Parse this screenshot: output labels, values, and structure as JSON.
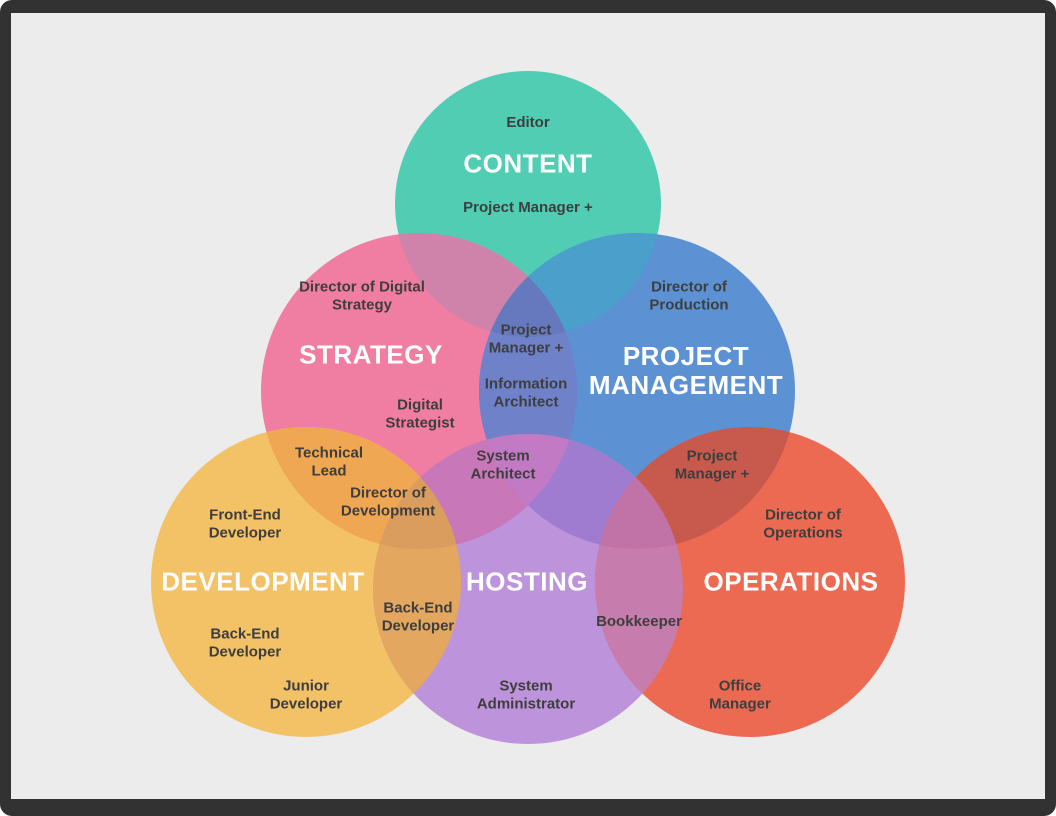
{
  "colors": {
    "frame": "#323232",
    "background": "#ECECEC",
    "text_dark": "#3E3E3E",
    "text_light": "#FFFFFF",
    "content": "#50CDB2",
    "strategy": "#F07EA2",
    "project_management": "#5C92D3",
    "development": "#F4C266",
    "hosting": "#BD93DB",
    "operations": "#ED6A52",
    "content_strategy": "#D083AA",
    "content_pm": "#4BA0CB",
    "strategy_pm": "#6F81C8",
    "content_strategy_pm": "#6679BE",
    "strategy_development": "#F0A753",
    "strategy_hosting": "#C878B9",
    "pm_hosting": "#9F7CCF",
    "pm_operations": "#C85A4D",
    "development_hosting": "#E3A75F",
    "hosting_operations": "#C77CAE",
    "strategy_pm_hosting": "#C27AC4",
    "strategy_development_hosting": "#DB9D5D",
    "pm_hosting_operations": "#C172A7"
  },
  "diagram": {
    "type": "venn",
    "sets": [
      {
        "name": "CONTENT",
        "color": "#50CDB2",
        "exclusive_roles": [
          "Editor",
          "Project Manager +"
        ]
      },
      {
        "name": "STRATEGY",
        "color": "#F07EA2",
        "exclusive_roles": [
          "Director of Digital Strategy",
          "Digital Strategist"
        ]
      },
      {
        "name": "PROJECT MANAGEMENT",
        "color": "#5C92D3",
        "exclusive_roles": [
          "Director of Production"
        ]
      },
      {
        "name": "DEVELOPMENT",
        "color": "#F4C266",
        "exclusive_roles": [
          "Front-End Developer",
          "Back-End Developer",
          "Junior Developer"
        ]
      },
      {
        "name": "HOSTING",
        "color": "#BD93DB",
        "exclusive_roles": [
          "System Administrator"
        ]
      },
      {
        "name": "OPERATIONS",
        "color": "#ED6A52",
        "exclusive_roles": [
          "Director of Operations",
          "Office Manager"
        ]
      }
    ],
    "overlaps": [
      {
        "sets": [
          "STRATEGY",
          "PROJECT MANAGEMENT"
        ],
        "roles": [
          "Project Manager +",
          "Information Architect"
        ]
      },
      {
        "sets": [
          "STRATEGY",
          "DEVELOPMENT"
        ],
        "roles": [
          "Technical Lead",
          "Director of Development"
        ]
      },
      {
        "sets": [
          "STRATEGY",
          "PROJECT MANAGEMENT",
          "HOSTING"
        ],
        "roles": [
          "System Architect"
        ]
      },
      {
        "sets": [
          "PROJECT MANAGEMENT",
          "OPERATIONS"
        ],
        "roles": [
          "Project Manager +"
        ]
      },
      {
        "sets": [
          "DEVELOPMENT",
          "HOSTING"
        ],
        "roles": [
          "Back-End Developer"
        ]
      },
      {
        "sets": [
          "HOSTING",
          "OPERATIONS"
        ],
        "roles": [
          "Bookkeeper"
        ]
      }
    ]
  }
}
